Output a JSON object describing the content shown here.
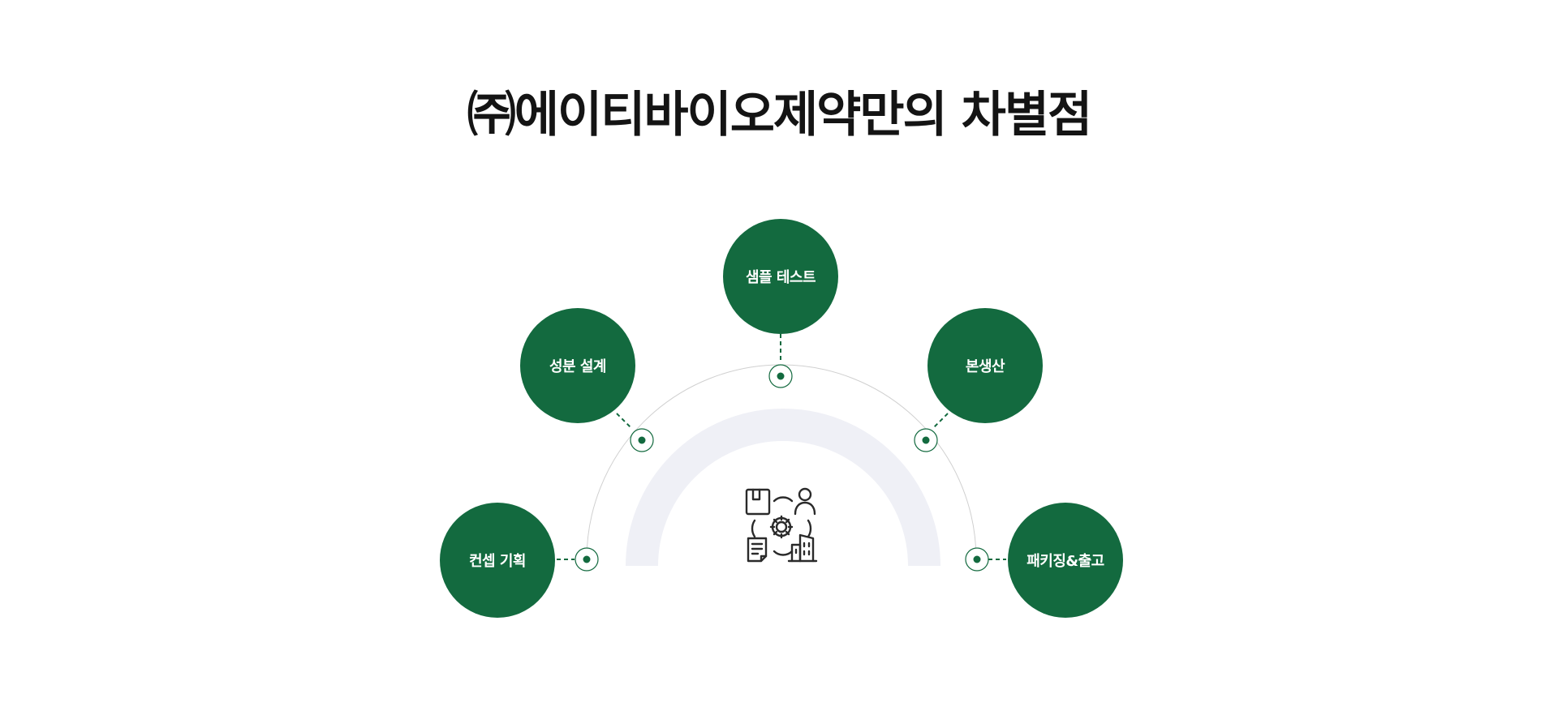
{
  "title": "㈜에이티바이오제약만의 차별점",
  "colors": {
    "accent": "#136a3f",
    "inner_arc": "#eff0f6",
    "outer_arc": "#d0d0d0",
    "title_text": "#141414",
    "label_text": "#ffffff"
  },
  "steps": [
    {
      "label": "컨셉 기획"
    },
    {
      "label": "성분 설계"
    },
    {
      "label": "샘플 테스트"
    },
    {
      "label": "본생산"
    },
    {
      "label": "패키징&출고"
    }
  ],
  "center_icon": "process-management-icon"
}
